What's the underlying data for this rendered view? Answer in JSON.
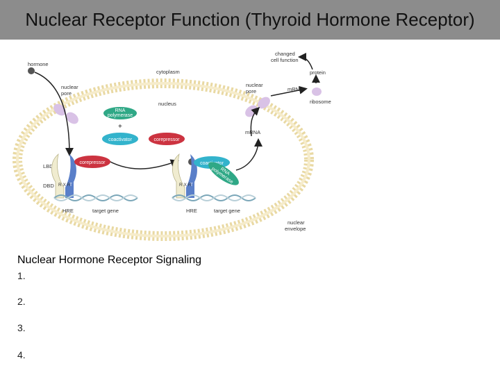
{
  "slide": {
    "title": "Nuclear Receptor Function (Thyroid Hormone Receptor)",
    "caption": "Nuclear Hormone Receptor Signaling",
    "list": [
      "1.",
      "2.",
      "3.",
      "4."
    ]
  },
  "diagram": {
    "labels": {
      "hormone": "hormone",
      "nuclear_pore_left_1": "nuclear",
      "nuclear_pore_left_2": "pore",
      "cytoplasm": "cytoplasm",
      "nucleus": "nucleus",
      "nuclear_pore_right_1": "nuclear",
      "nuclear_pore_right_2": "pore",
      "changed_1": "changed",
      "changed_2": "cell function",
      "protein": "protein",
      "mrna_out": "mRNA",
      "ribosome": "ribosome",
      "mrna_in": "mRNA",
      "lbd": "LBD",
      "dbd": "DBD",
      "hre_left": "HRE",
      "target_left": "target gene",
      "hre_right": "HRE",
      "target_right": "target gene",
      "nuclear_envelope_1": "nuclear",
      "nuclear_envelope_2": "envelope",
      "rna_pol_1": "RNA",
      "rna_pol_2": "polymerase",
      "plus": "+",
      "coactivator": "coactivator",
      "corepressor_mid": "corepressor",
      "corepressor_left": "corepressor",
      "coactivator_right": "coactivator",
      "rna_pol_right_1": "RNA",
      "rna_pol_right_2": "polymerase",
      "rxr_left": "R X R",
      "tr_left": "T R",
      "rxr_right": "R X R",
      "tr_right": "T R"
    },
    "colors": {
      "title_bar": "#8c8c8c",
      "envelope": "#e9d9a3",
      "coactivator": "#33b3cc",
      "corepressor": "#cc3340",
      "rna_polymerase": "#2fa886",
      "pore": "#d9c2e6",
      "receptor_tr": "#5a7fc9"
    }
  }
}
